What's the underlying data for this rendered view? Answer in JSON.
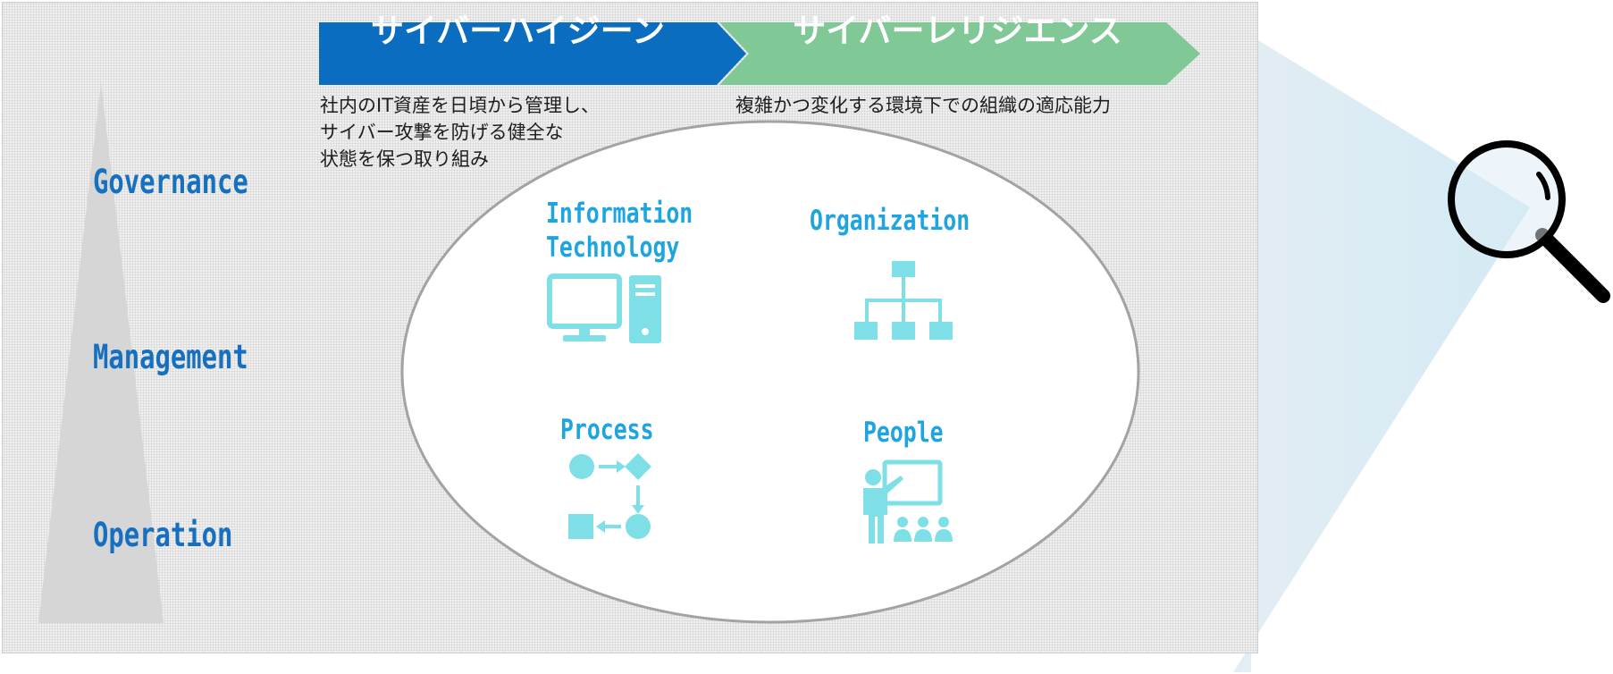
{
  "levels": [
    "Governance",
    "Management",
    "Operation"
  ],
  "banners": {
    "hygiene": {
      "label": "サイバーハイジーン",
      "color": "#0a6dbf"
    },
    "resilience": {
      "label": "サイバーレリジエンス",
      "color": "#80c895"
    }
  },
  "descriptions": {
    "hygiene": [
      "社内のIT資産を日頃から管理し、",
      "サイバー攻撃を防げる健全な",
      "状態を保つ取り組み"
    ],
    "resilience": "複雑かつ変化する環境下での組織の適応能力"
  },
  "quadrants": {
    "it": [
      "Information",
      "Technology"
    ],
    "org": "Organization",
    "process": "Process",
    "people": "People"
  },
  "colors": {
    "icon": "#7ee0e6",
    "label": "#1ea5e0",
    "level": "#1670bf"
  },
  "icons": [
    "computer-icon",
    "org-chart-icon",
    "process-flow-icon",
    "presentation-icon",
    "magnifier-icon"
  ]
}
